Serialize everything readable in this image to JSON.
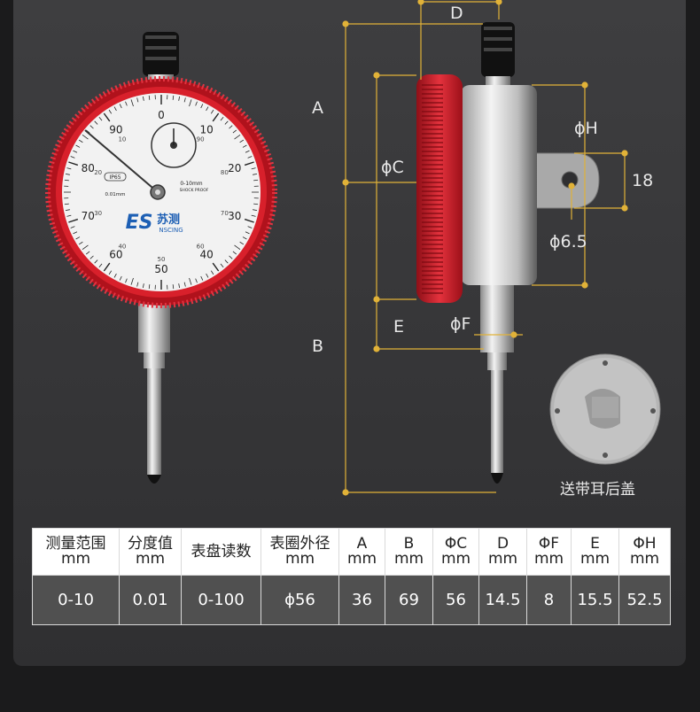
{
  "dimension_labels": {
    "D": "D",
    "A": "A",
    "B": "B",
    "C": "ϕC",
    "H": "ϕH",
    "lug_height": "18",
    "hole": "ϕ6.5",
    "E": "E",
    "F": "ϕF"
  },
  "dial": {
    "brand_logo": "ES",
    "brand_cn": "苏测",
    "brand_en": "NSCING",
    "range_text": "0-10mm",
    "shock_text": "SHOCK PROOF",
    "ip_text": "IP65",
    "resolution_text": "0.01mm",
    "outer_numbers": [
      "0",
      "10",
      "20",
      "30",
      "40",
      "50",
      "60",
      "70",
      "80",
      "90"
    ],
    "inner_numbers": [
      "90",
      "80",
      "70",
      "60",
      "50",
      "40",
      "30",
      "20",
      "10"
    ],
    "accent_color": "#d8202b"
  },
  "back_cover_caption": "送带耳后盖",
  "spec_table": {
    "headers": [
      [
        "测量范围",
        "mm"
      ],
      [
        "分度值",
        "mm"
      ],
      [
        "表盘读数",
        ""
      ],
      [
        "表圈外径",
        "mm"
      ],
      [
        "A",
        "mm"
      ],
      [
        "B",
        "mm"
      ],
      [
        "ΦC",
        "mm"
      ],
      [
        "D",
        "mm"
      ],
      [
        "ΦF",
        "mm"
      ],
      [
        "E",
        "mm"
      ],
      [
        "ΦH",
        "mm"
      ]
    ],
    "values": [
      "0-10",
      "0.01",
      "0-100",
      "ϕ56",
      "36",
      "69",
      "56",
      "14.5",
      "8",
      "15.5",
      "52.5"
    ]
  }
}
